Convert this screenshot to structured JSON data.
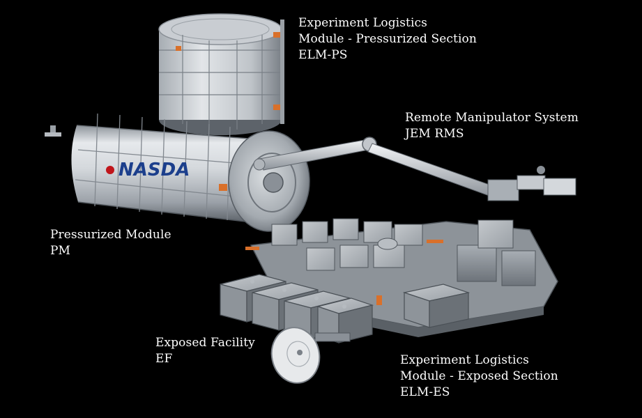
{
  "labels": {
    "elm_ps": {
      "line1": "Experiment Logistics",
      "line2": "Module - Pressurized Section",
      "line3": "ELM-PS"
    },
    "rms": {
      "line1": "Remote Manipulator System",
      "line2": "JEM RMS"
    },
    "pm": {
      "line1": "Pressurized Module",
      "line2": "PM"
    },
    "ef": {
      "line1": "Exposed Facility",
      "line2": "EF"
    },
    "elm_es": {
      "line1": "Experiment Logistics",
      "line2": "Module - Exposed Section",
      "line3": "ELM-ES"
    }
  },
  "logo": {
    "text": "NASDA",
    "color": "#1c3f8c",
    "mark_color": "#c0161b"
  },
  "colors": {
    "background": "#000000",
    "module_body": "#cfd3d8",
    "accent": "#d9702a"
  }
}
